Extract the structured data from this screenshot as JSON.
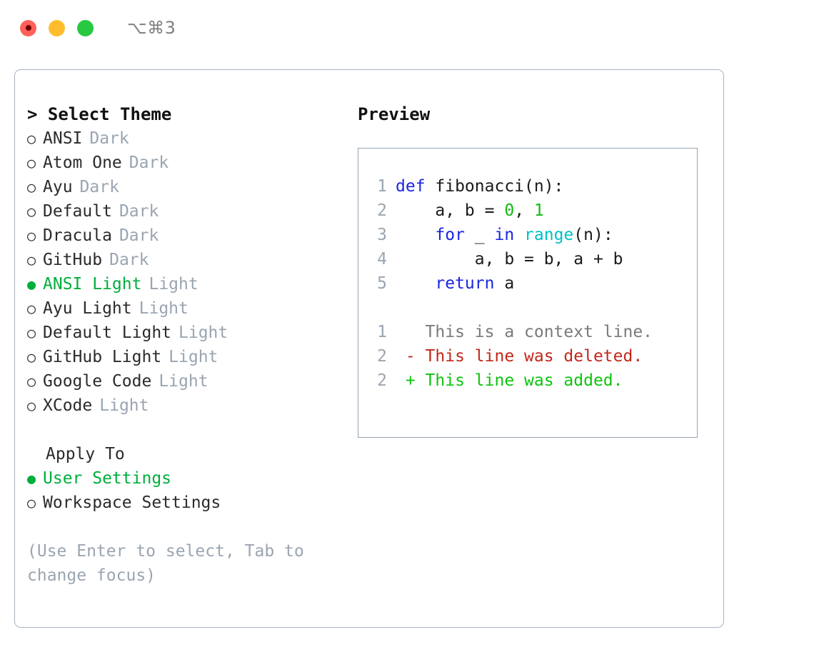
{
  "titlebar": {
    "lights": [
      {
        "name": "close",
        "color": "#ff6159"
      },
      {
        "name": "minimize",
        "color": "#ffbd2e"
      },
      {
        "name": "zoom",
        "color": "#26c940"
      }
    ],
    "shortcut": "⌥⌘3"
  },
  "theme_picker": {
    "heading": "> Select Theme",
    "selected_bullet": "●",
    "unselected_bullet": "○",
    "items": [
      {
        "name": "ANSI",
        "kind": "Dark",
        "selected": false
      },
      {
        "name": "Atom One",
        "kind": "Dark",
        "selected": false
      },
      {
        "name": "Ayu",
        "kind": "Dark",
        "selected": false
      },
      {
        "name": "Default",
        "kind": "Dark",
        "selected": false
      },
      {
        "name": "Dracula",
        "kind": "Dark",
        "selected": false
      },
      {
        "name": "GitHub",
        "kind": "Dark",
        "selected": false
      },
      {
        "name": "ANSI Light",
        "kind": "Light",
        "selected": true
      },
      {
        "name": "Ayu Light",
        "kind": "Light",
        "selected": false
      },
      {
        "name": "Default Light",
        "kind": "Light",
        "selected": false
      },
      {
        "name": "GitHub Light",
        "kind": "Light",
        "selected": false
      },
      {
        "name": "Google Code",
        "kind": "Light",
        "selected": false
      },
      {
        "name": "XCode",
        "kind": "Light",
        "selected": false
      }
    ]
  },
  "apply_to": {
    "heading": "Apply To",
    "items": [
      {
        "name": "User Settings",
        "selected": true
      },
      {
        "name": "Workspace Settings",
        "selected": false
      }
    ]
  },
  "hint": "(Use Enter to select, Tab to change focus)",
  "preview": {
    "title": "Preview",
    "code_lines": [
      {
        "num": "1",
        "tokens": [
          {
            "t": "def",
            "c": "kw"
          },
          {
            "t": " fibonacci(n):",
            "c": ""
          }
        ]
      },
      {
        "num": "2",
        "tokens": [
          {
            "t": "    a, b = ",
            "c": ""
          },
          {
            "t": "0",
            "c": "num"
          },
          {
            "t": ", ",
            "c": ""
          },
          {
            "t": "1",
            "c": "num"
          }
        ]
      },
      {
        "num": "3",
        "tokens": [
          {
            "t": "    ",
            "c": ""
          },
          {
            "t": "for",
            "c": "kw"
          },
          {
            "t": " _ ",
            "c": ""
          },
          {
            "t": "in",
            "c": "kw"
          },
          {
            "t": " ",
            "c": ""
          },
          {
            "t": "range",
            "c": "fn"
          },
          {
            "t": "(n):",
            "c": ""
          }
        ]
      },
      {
        "num": "4",
        "tokens": [
          {
            "t": "        a, b = b, a + b",
            "c": ""
          }
        ]
      },
      {
        "num": "5",
        "tokens": [
          {
            "t": "    ",
            "c": ""
          },
          {
            "t": "return",
            "c": "kw"
          },
          {
            "t": " a",
            "c": ""
          }
        ]
      }
    ],
    "diff_lines": [
      {
        "num": "1",
        "marker": "  ",
        "text": "This is a context line.",
        "kind": "diff-ctx"
      },
      {
        "num": "2",
        "marker": "- ",
        "text": "This line was deleted.",
        "kind": "diff-del"
      },
      {
        "num": "2",
        "marker": "+ ",
        "text": "This line was added.",
        "kind": "diff-add"
      }
    ]
  },
  "colors": {
    "accent_green": "#00ae3c",
    "muted": "#9aa5b1",
    "keyword_blue": "#1a26e0",
    "function_cyan": "#00c0c8",
    "number_green": "#12bb12",
    "diff_delete_red": "#c1281a",
    "diff_add_green": "#0ec40e",
    "border": "#aab4c0"
  }
}
